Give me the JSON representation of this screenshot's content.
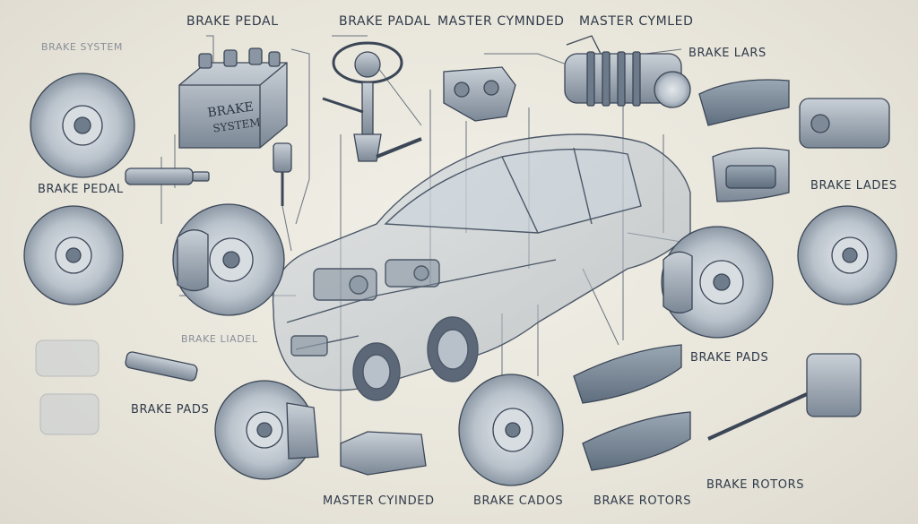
{
  "labels": {
    "brake_pedal_top": "BRAKE PEDAL",
    "brake_padal": "BRAKE PADAL",
    "master_cymnded": "MASTER CYMNDED",
    "master_cymled": "MASTER CYMLED",
    "brake_lars": "BRAKE LARS",
    "brake_system": "BRAKE SYSTEM",
    "brake_pedal_left": "BRAKE PEDAL",
    "brake_lades": "BRAKE LADES",
    "brake_liadel": "BRAKE LIADEL",
    "brake_pads_right": "BRAKE PADS",
    "brake_pads_left": "BRAKE PADS",
    "brake_rotors": "BRAKE ROTORS",
    "master_cyinded": "MASTER CYINDED",
    "brake_cados": "BRAKE CADOS",
    "brake_rotors_bottom": "BRAKE ROTORS"
  },
  "reservoir_text": [
    "BRAKE",
    "SYSTEM"
  ],
  "colors": {
    "line": "#3b4656",
    "metal": "#aab4bf",
    "metal_dark": "#6f7c8b",
    "pad": "#7f8fa0",
    "car_glass": "#c9d3dc"
  }
}
